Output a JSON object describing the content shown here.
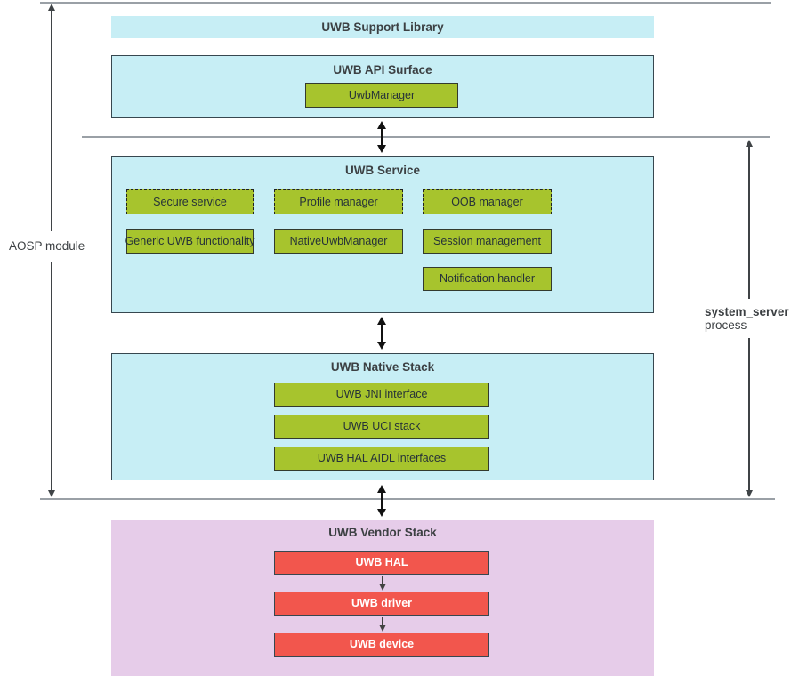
{
  "side_labels": {
    "left": "AOSP module",
    "right_line1": "system_server",
    "right_line2": "process"
  },
  "support": {
    "title": "UWB Support Library"
  },
  "api": {
    "title": "UWB API Surface",
    "uwb_manager": "UwbManager"
  },
  "service": {
    "title": "UWB Service",
    "secure": "Secure service",
    "profile": "Profile manager",
    "oob": "OOB manager",
    "generic": "Generic UWB functionality",
    "native_mgr": "NativeUwbManager",
    "session": "Session management",
    "notification": "Notification handler"
  },
  "native": {
    "title": "UWB Native Stack",
    "jni": "UWB JNI interface",
    "uci": "UWB UCI stack",
    "hal_aidl": "UWB HAL AIDL interfaces"
  },
  "vendor": {
    "title": "UWB Vendor Stack",
    "hal": "UWB HAL",
    "driver": "UWB driver",
    "device": "UWB device"
  },
  "colors": {
    "cyan_box": "#c7eef5",
    "green_chip": "#a7c42d",
    "red_chip": "#f2564d",
    "lavender_box": "#e6cce9",
    "box_border": "#37474f",
    "separator_gray": "#9aa0a6",
    "arrow_black": "#111111",
    "text_dark": "#3c4043"
  }
}
